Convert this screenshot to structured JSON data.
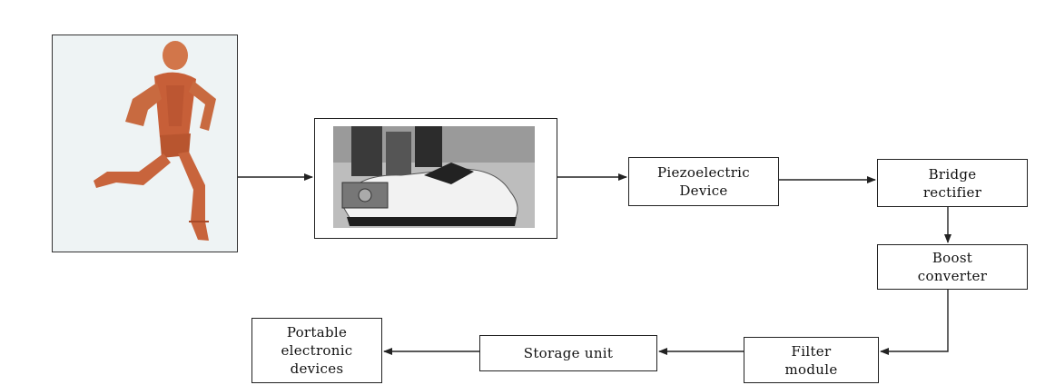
{
  "diagram": {
    "images": [
      {
        "name": "running-man-anatomy",
        "description_icon": "runner-muscle-figure"
      },
      {
        "name": "shoe-with-piezo-device",
        "description_icon": "shoe-with-mounted-harvester"
      }
    ],
    "boxes": {
      "piezoelectric": "Piezoelectric\nDevice",
      "bridge_rectifier": "Bridge\nrectifier",
      "boost_converter": "Boost\nconverter",
      "filter_module": "Filter\nmodule",
      "storage_unit": "Storage unit",
      "portable_devices": "Portable\nelectronic\ndevices"
    },
    "colors": {
      "line": "#222222",
      "skin_muscle": "#c8643c",
      "frame_bg": "#e8eef0"
    }
  }
}
